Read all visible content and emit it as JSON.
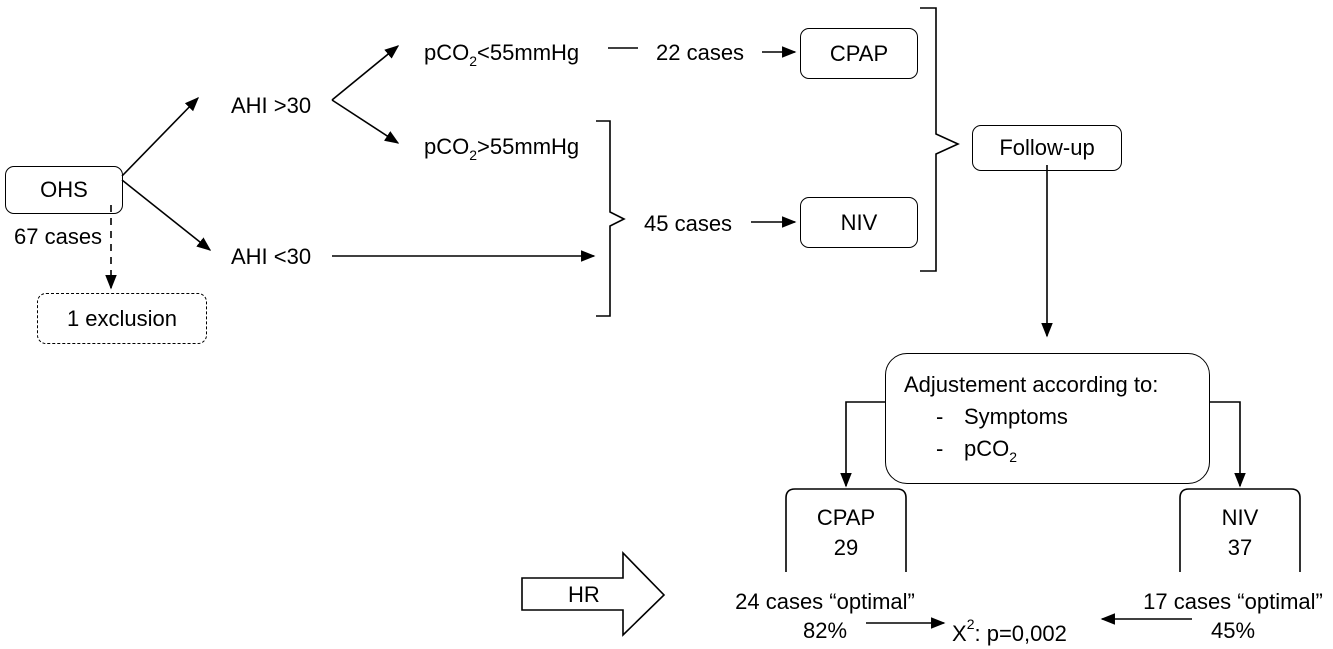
{
  "nodes": {
    "ohs": "OHS",
    "ohs_count": "67 cases",
    "exclusion": "1 exclusion",
    "ahi_high": "AHI >30",
    "ahi_low": "AHI <30",
    "pco2_low_prefix": "pCO",
    "pco2_low_sub": "2",
    "pco2_low_suffix": "<55mmHg",
    "pco2_high_prefix": "pCO",
    "pco2_high_sub": "2",
    "pco2_high_suffix": ">55mmHg",
    "cases_22": "22 cases",
    "cases_45": "45 cases",
    "cpap_top": "CPAP",
    "niv_top": "NIV",
    "follow_up": "Follow-up",
    "adjust_title": "Adjustement according to:",
    "adjust_dash1": "-",
    "adjust_item1": "Symptoms",
    "adjust_dash2": "-",
    "adjust_item2_prefix": "pCO",
    "adjust_item2_sub": "2",
    "cpap_bottom_label": "CPAP",
    "cpap_bottom_value": "29",
    "niv_bottom_label": "NIV",
    "niv_bottom_value": "37",
    "hr": "HR",
    "cpap_optimal": "24 cases “optimal”",
    "cpap_pct": "82%",
    "niv_optimal": "17 cases “optimal”",
    "niv_pct": "45%",
    "chi_prefix": "X",
    "chi_sup": "2",
    "chi_suffix": ": p=0,002"
  }
}
